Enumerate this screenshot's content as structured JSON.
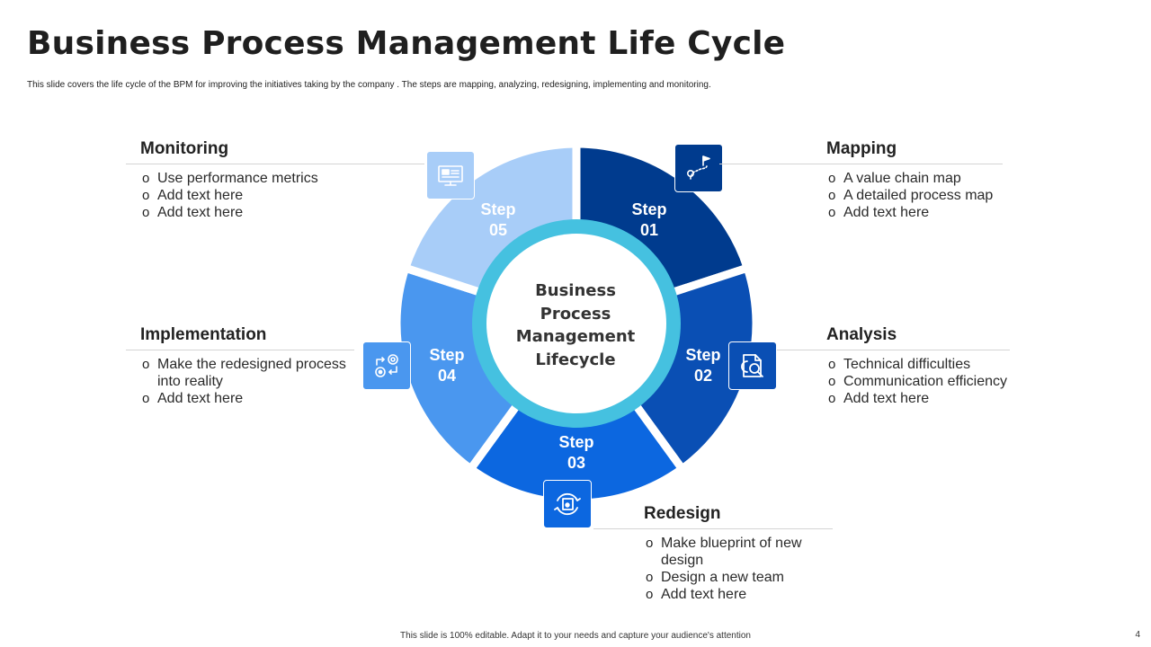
{
  "title": "Business Process Management Life Cycle",
  "subtitle": "This slide covers the life cycle of the BPM  for improving the initiatives taking by the company . The steps are mapping, analyzing, redesigning, implementing and monitoring.",
  "center": {
    "line1": "Business",
    "line2": "Process",
    "line3": "Management",
    "line4": "Lifecycle"
  },
  "colors": {
    "step1": "#003b8e",
    "step2": "#0a4fb4",
    "step3": "#0c67e0",
    "step4": "#4a97ef",
    "step5": "#a8cdf8",
    "inner_ring": "#45c1e0"
  },
  "steps": [
    {
      "word": "Step",
      "num": "01",
      "icon": "map-route-flag-icon"
    },
    {
      "word": "Step",
      "num": "02",
      "icon": "document-search-icon"
    },
    {
      "word": "Step",
      "num": "03",
      "icon": "blueprint-cycle-icon"
    },
    {
      "word": "Step",
      "num": "04",
      "icon": "gears-process-icon"
    },
    {
      "word": "Step",
      "num": "05",
      "icon": "monitor-icon"
    }
  ],
  "mapping": {
    "heading": "Mapping",
    "items": [
      "A value  chain map",
      "A detailed process map",
      "Add text here"
    ]
  },
  "analysis": {
    "heading": "Analysis",
    "items": [
      "Technical difficulties",
      "Communication efficiency",
      "Add text here"
    ]
  },
  "redesign": {
    "heading": "Redesign",
    "items": [
      "Make blueprint  of new design",
      "Design a new team",
      "Add text here"
    ]
  },
  "implementation": {
    "heading": "Implementation",
    "items": [
      "Make the redesigned  process into reality",
      "Add text here"
    ]
  },
  "monitoring": {
    "heading": "Monitoring",
    "items": [
      "Use performance metrics",
      "Add text here",
      "Add text here"
    ]
  },
  "footer": "This slide is 100% editable.  Adapt it to your needs and capture your audience's attention",
  "page_number": "4"
}
